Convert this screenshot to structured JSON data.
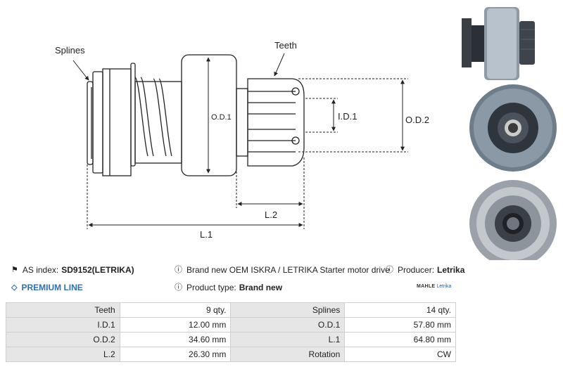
{
  "diagram": {
    "labels": {
      "splines": "Splines",
      "teeth": "Teeth",
      "od1": "O.D.1",
      "id1": "I.D.1",
      "od2": "O.D.2",
      "l2": "L.2",
      "l1": "L.1"
    }
  },
  "info": {
    "as_index_label": "AS index:",
    "as_index_value": "SD9152(LETRIKA)",
    "description": "Brand new OEM ISKRA / LETRIKA Starter motor drive",
    "producer_label": "Producer:",
    "producer_value": "Letrika",
    "premium": "PREMIUM LINE",
    "product_type_label": "Product type:",
    "product_type_value": "Brand new"
  },
  "logo": {
    "brand1": "MAHLE",
    "brand2": "Letrika"
  },
  "specs": {
    "rows": [
      [
        {
          "label": "Teeth",
          "value": "9 qty."
        },
        {
          "label": "Splines",
          "value": "14 qty."
        }
      ],
      [
        {
          "label": "I.D.1",
          "value": "12.00 mm"
        },
        {
          "label": "O.D.1",
          "value": "57.80 mm"
        }
      ],
      [
        {
          "label": "O.D.2",
          "value": "34.60 mm"
        },
        {
          "label": "L.1",
          "value": "64.80 mm"
        }
      ],
      [
        {
          "label": "L.2",
          "value": "26.30 mm"
        },
        {
          "label": "Rotation",
          "value": "CW"
        }
      ]
    ]
  },
  "colors": {
    "accent": "#2f6fb5",
    "table_label_bg": "#e6e6e6",
    "border": "#cfcfcf"
  }
}
